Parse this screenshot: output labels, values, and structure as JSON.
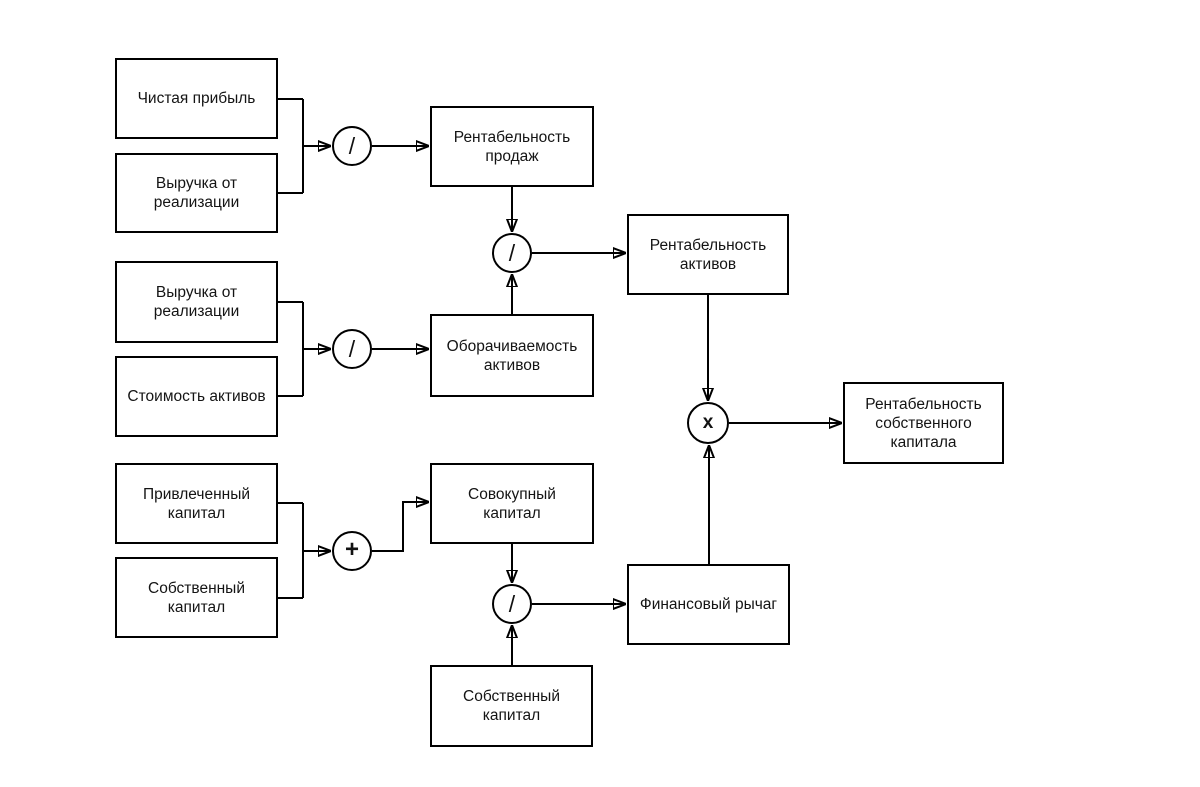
{
  "diagram": {
    "boxes": {
      "net_profit": "Чистая прибыль",
      "revenue_top": "Выручка от\nреализации",
      "return_on_sales": "Рентабельность\nпродаж",
      "revenue_mid": "Выручка от\nреализации",
      "asset_value": "Стоимость активов",
      "asset_turnover": "Оборачиваемость\nактивов",
      "return_on_assets": "Рентабельность\nактивов",
      "attracted_capital": "Привлеченный\nкапитал",
      "equity_top": "Собственный\nкапитал",
      "total_capital": "Совокупный\nкапитал",
      "financial_leverage": "Финансовый рычаг",
      "equity_bottom": "Собственный\nкапитал",
      "return_on_equity": "Рентабельность\nсобственного\nкапитала"
    },
    "operators": {
      "divide_sales": "/",
      "divide_turnover": "/",
      "divide_assets": "/",
      "plus_capital": "+",
      "divide_leverage": "/",
      "multiply_equity": "x"
    },
    "colors": {
      "line": "#000000",
      "box_fill": "#ffffff",
      "text": "#141414",
      "background": "#ffffff"
    }
  }
}
